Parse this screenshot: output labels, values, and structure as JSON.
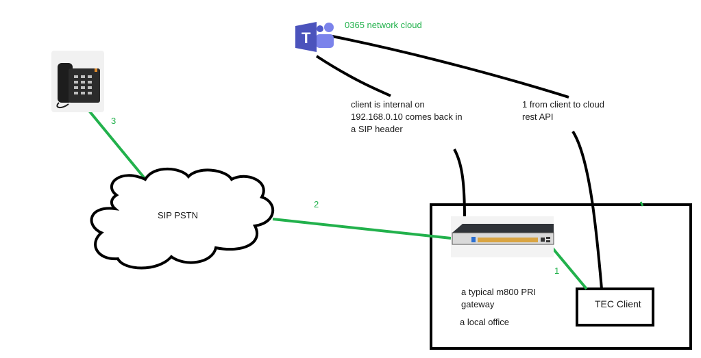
{
  "diagram": {
    "nodes": {
      "teams": {
        "icon": "microsoft-teams-icon",
        "label": "0365 network cloud"
      },
      "phone": {
        "icon": "desk-phone-icon"
      },
      "cloud": {
        "label": "SIP PSTN"
      },
      "gateway": {
        "icon": "m800-gateway-device-icon",
        "label_line1": "a typical m800 PRI",
        "label_line2": "gateway"
      },
      "office": {
        "label": "a local office"
      },
      "client": {
        "label": "TEC Client"
      }
    },
    "annotations": {
      "internal_line1": "client is internal on",
      "internal_line2": "192.168.0.10 comes back in",
      "internal_line3": "a SIP header",
      "rest_line1": "1 from client to cloud",
      "rest_line2": "rest API"
    },
    "connection_labels": {
      "phone_to_pstn": "3",
      "pstn_to_gateway": "2",
      "gateway_to_client": "1"
    },
    "colors": {
      "link_green": "#22b14c",
      "link_black": "#000000",
      "teams_purple": "#5059c9"
    }
  }
}
